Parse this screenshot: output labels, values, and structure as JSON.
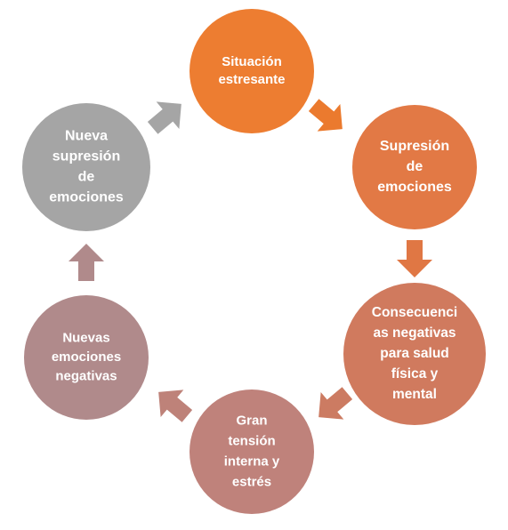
{
  "diagram": {
    "type": "cycle",
    "nodes": [
      {
        "id": "situacion",
        "lines": [
          "Situación",
          "estresante"
        ],
        "color": "#ED7D31"
      },
      {
        "id": "supresion",
        "lines": [
          "Supresión",
          "de",
          "emociones"
        ],
        "color": "#E27945"
      },
      {
        "id": "consecuencias",
        "lines": [
          "Consecuenci",
          "as negativas",
          "para salud",
          "física y",
          "mental"
        ],
        "color": "#D07A5E"
      },
      {
        "id": "tension",
        "lines": [
          "Gran",
          "tensión",
          "interna y",
          "estrés"
        ],
        "color": "#BF827B"
      },
      {
        "id": "nuevas-emociones",
        "lines": [
          "Nuevas",
          "emociones",
          "negativas"
        ],
        "color": "#B08A8B"
      },
      {
        "id": "nueva-supresion",
        "lines": [
          "Nueva",
          "supresión",
          "de",
          "emociones"
        ],
        "color": "#A5A5A5"
      }
    ],
    "arrows": [
      {
        "from": "situacion",
        "to": "supresion",
        "color": "#EB7A2E"
      },
      {
        "from": "supresion",
        "to": "consecuencias",
        "color": "#E07744"
      },
      {
        "from": "consecuencias",
        "to": "tension",
        "color": "#CC7B62"
      },
      {
        "from": "tension",
        "to": "nuevas-emociones",
        "color": "#BE8279"
      },
      {
        "from": "nuevas-emociones",
        "to": "nueva-supresion",
        "color": "#B08A8B"
      },
      {
        "from": "nueva-supresion",
        "to": "situacion",
        "color": "#A5A5A5"
      }
    ]
  }
}
